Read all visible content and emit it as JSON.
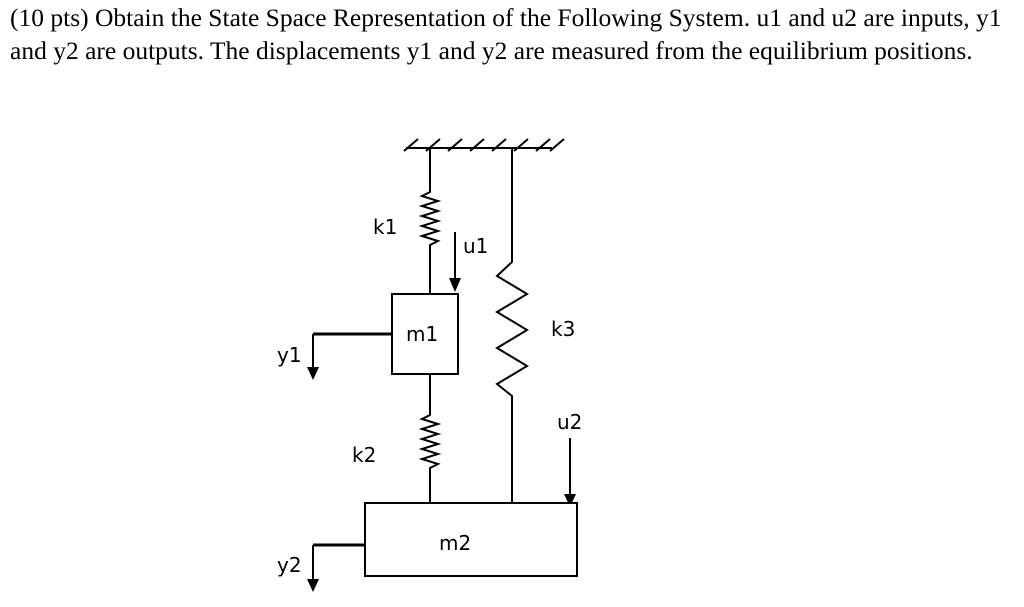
{
  "problem": {
    "text": "(10 pts) Obtain the State Space Representation of the Following System.  u1 and u2 are inputs, y1 and y2 are outputs.  The displacements y1 and y2 are measured from the equilibrium positions."
  },
  "diagram": {
    "labels": {
      "k1": "k1",
      "k2": "k2",
      "k3": "k3",
      "m1": "m1",
      "m2": "m2",
      "u1": "u1",
      "u2": "u2",
      "y1": "y1",
      "y2": "y2"
    }
  }
}
